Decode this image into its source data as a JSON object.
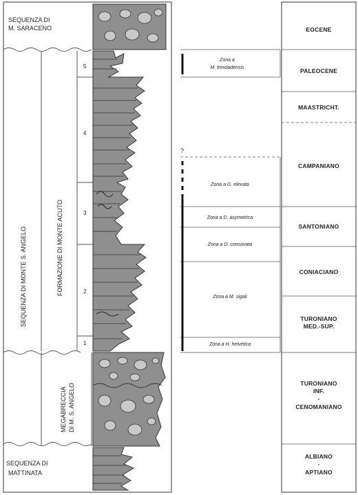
{
  "sequences": {
    "saraceno": [
      "SEQUENZA DI",
      "M. SARACENO"
    ],
    "monte_s_angelo": "SEQUENZA DI MONTE  S. ANGELO",
    "mattinata": [
      "SEQUENZA DI",
      "MATTINATA"
    ]
  },
  "formations": {
    "monte_acuto": "FORMAZIONE DI MONTE  ACUTO",
    "megabreccia": [
      "MEGABRECCIA",
      "DI M. S. ANGELO"
    ]
  },
  "units": [
    "5",
    "4",
    "3",
    "2",
    "1"
  ],
  "zones": {
    "z_m_trinidadensis": [
      "Zona a",
      "M. trinidadensis"
    ],
    "question_mark": "?",
    "z_g_elevata": "Zona a G. elevata",
    "z_d_asymetrica": "Zona a D. asymetrica",
    "z_d_concavata": "Zona a D. concavata",
    "z_m_sigali": "Zona a M. sigali",
    "z_h_helvetica": "Zona a H. helvetica"
  },
  "stages": {
    "eocene": "EOCENE",
    "paleocene": "PALEOCENE",
    "maastricht": "MAASTRICHT.",
    "campaniano": "CAMPANIANO",
    "santoniano": "SANTONIANO",
    "coniaciano": "CONIACIANO",
    "turoniano_med": [
      "TURONIANO",
      "MED.-SUP."
    ],
    "turoniano_inf": [
      "TURONIANO",
      "INF."
    ],
    "dash": "-",
    "cenomaniano": "CENOMANIANO",
    "albiano": "ALBIANO",
    "aptiano": "APTIANO"
  },
  "colors": {
    "rock_fill": "#8f8f8f",
    "rock_light": "#b5b5b5",
    "line": "#333333",
    "frame": "#555555"
  }
}
